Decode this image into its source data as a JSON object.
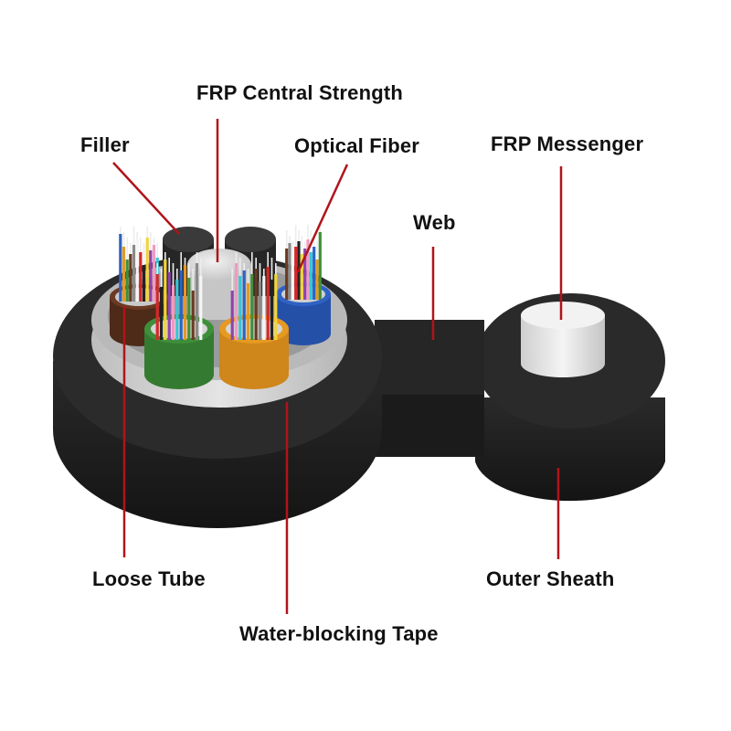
{
  "labels": {
    "frp_central_strength": "FRP Central Strength",
    "filler": "Filler",
    "optical_fiber": "Optical Fiber",
    "frp_messenger": "FRP Messenger",
    "web": "Web",
    "loose_tube": "Loose Tube",
    "outer_sheath": "Outer Sheath",
    "water_blocking_tape": "Water-blocking Tape"
  },
  "colors": {
    "leader_line": "#b0141a",
    "sheath": "#1f1f1f",
    "water_blocking_tape": "#c9c9c9",
    "central_strength": "#d8d8d8",
    "messenger": "#e6e6e6",
    "tube_brown": "#6b3a22",
    "tube_green": "#3f8f3a",
    "tube_orange": "#e59a22",
    "tube_blue": "#2f62c4",
    "filler": "#2a2a2a"
  }
}
